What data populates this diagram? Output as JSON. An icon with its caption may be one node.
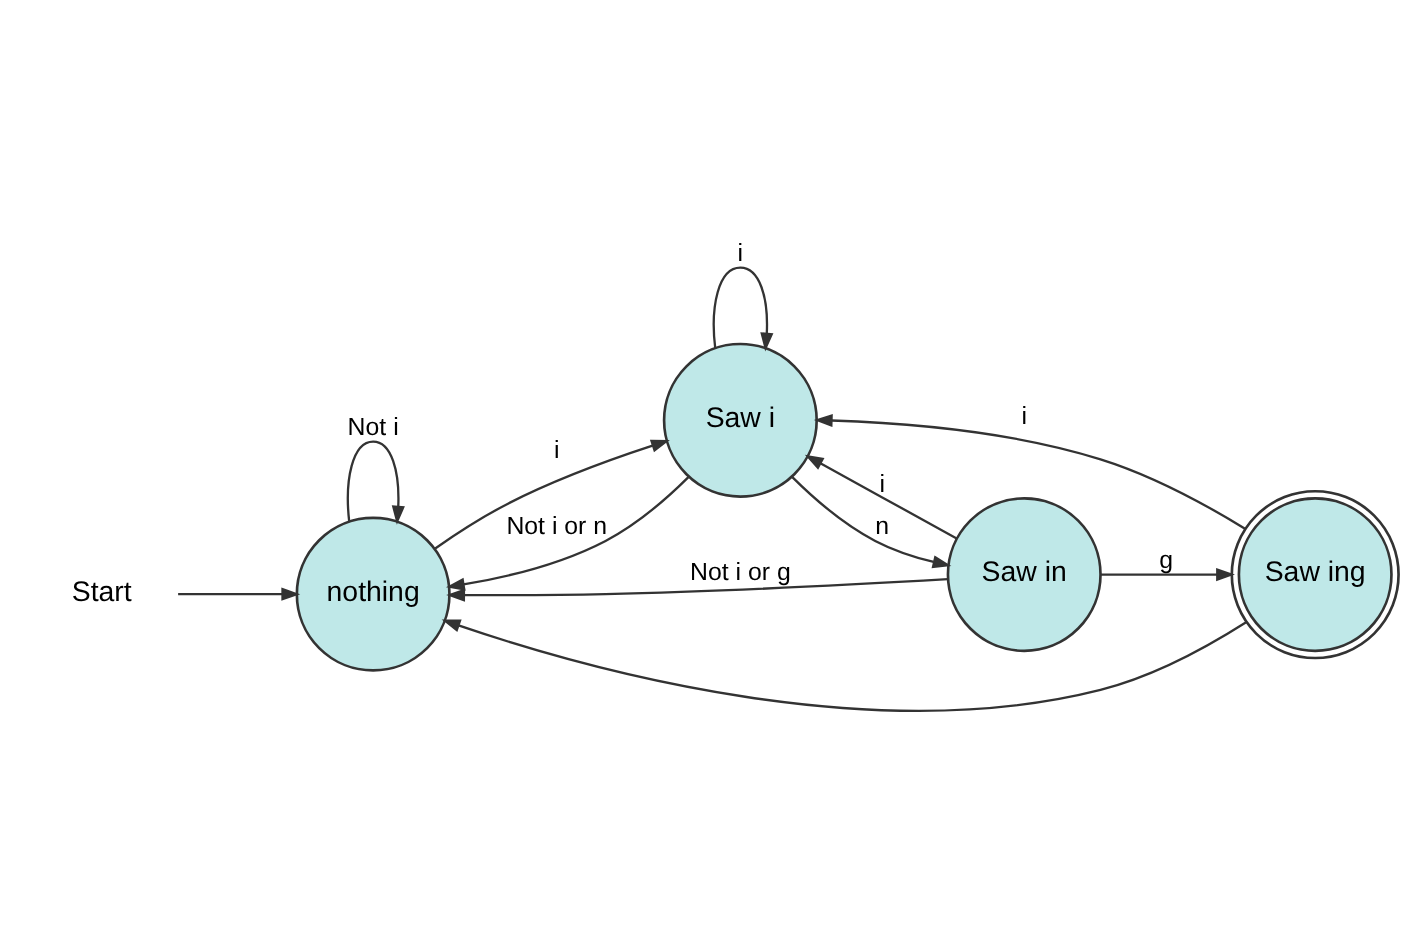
{
  "diagram": {
    "nodes": [
      {
        "text": [
          "nothing"
        ]
      },
      {
        "text": [
          "Saw i"
        ]
      },
      {
        "text": [
          "Saw in"
        ]
      },
      {
        "text": [
          "Saw ing"
        ]
      },
      {
        "text": [
          "Start"
        ]
      }
    ],
    "edges": [
      {
        "from": 0,
        "to": 0,
        "arrow": "to",
        "label": "Not i"
      },
      {
        "from": 0,
        "to": 1,
        "arrow": "to",
        "label": "i"
      },
      {
        "from": 1,
        "to": 0,
        "arrow": "to",
        "label": "Not i or n"
      },
      {
        "from": 1,
        "to": 1,
        "arrow": "to",
        "label": "i"
      },
      {
        "from": 1,
        "to": 2,
        "arrow": "to",
        "label": "n"
      },
      {
        "from": 2,
        "to": 1,
        "arrow": "to",
        "label": "i"
      },
      {
        "from": 2,
        "to": 0,
        "arrow": "to",
        "label": "Not i or g"
      },
      {
        "from": 2,
        "to": 3,
        "arrow": "to",
        "label": "g"
      },
      {
        "from": 3,
        "to": 1,
        "arrow": "to",
        "label": "i"
      },
      {
        "from": 3,
        "to": 0,
        "arrow": "to"
      },
      {
        "from": 4,
        "to": 0,
        "arrow": "to"
      }
    ]
  }
}
